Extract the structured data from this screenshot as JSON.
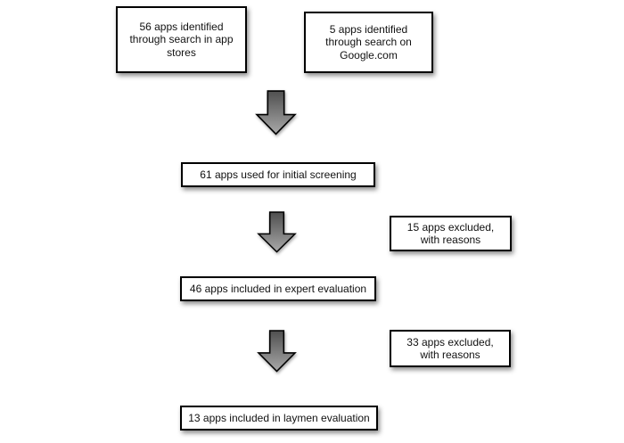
{
  "diagram": {
    "type": "flowchart",
    "nodes": {
      "sources_app_stores": {
        "label": "56 apps identified through search in app stores"
      },
      "sources_google": {
        "label": "5 apps identified through search on Google.com"
      },
      "initial_screening": {
        "label": "61 apps used for initial screening"
      },
      "excluded_screening": {
        "label": "15 apps excluded, with reasons"
      },
      "expert_evaluation": {
        "label": "46 apps included in expert evaluation"
      },
      "excluded_expert": {
        "label": "33 apps excluded, with reasons"
      },
      "laymen_evaluation": {
        "label": "13 apps included in laymen evaluation"
      }
    },
    "edges": [
      {
        "from": "sources_app_stores + sources_google",
        "to": "initial_screening",
        "icon": "down-arrow-icon"
      },
      {
        "from": "initial_screening",
        "to": "expert_evaluation",
        "icon": "down-arrow-icon"
      },
      {
        "from": "expert_evaluation",
        "to": "laymen_evaluation",
        "icon": "down-arrow-icon"
      }
    ],
    "colors": {
      "box_border": "#000000",
      "box_fill": "#ffffff",
      "arrow_top": "#4f4f4f",
      "arrow_bottom": "#a9a9a9",
      "text": "#111111",
      "page_bg": "#ffffff"
    }
  }
}
